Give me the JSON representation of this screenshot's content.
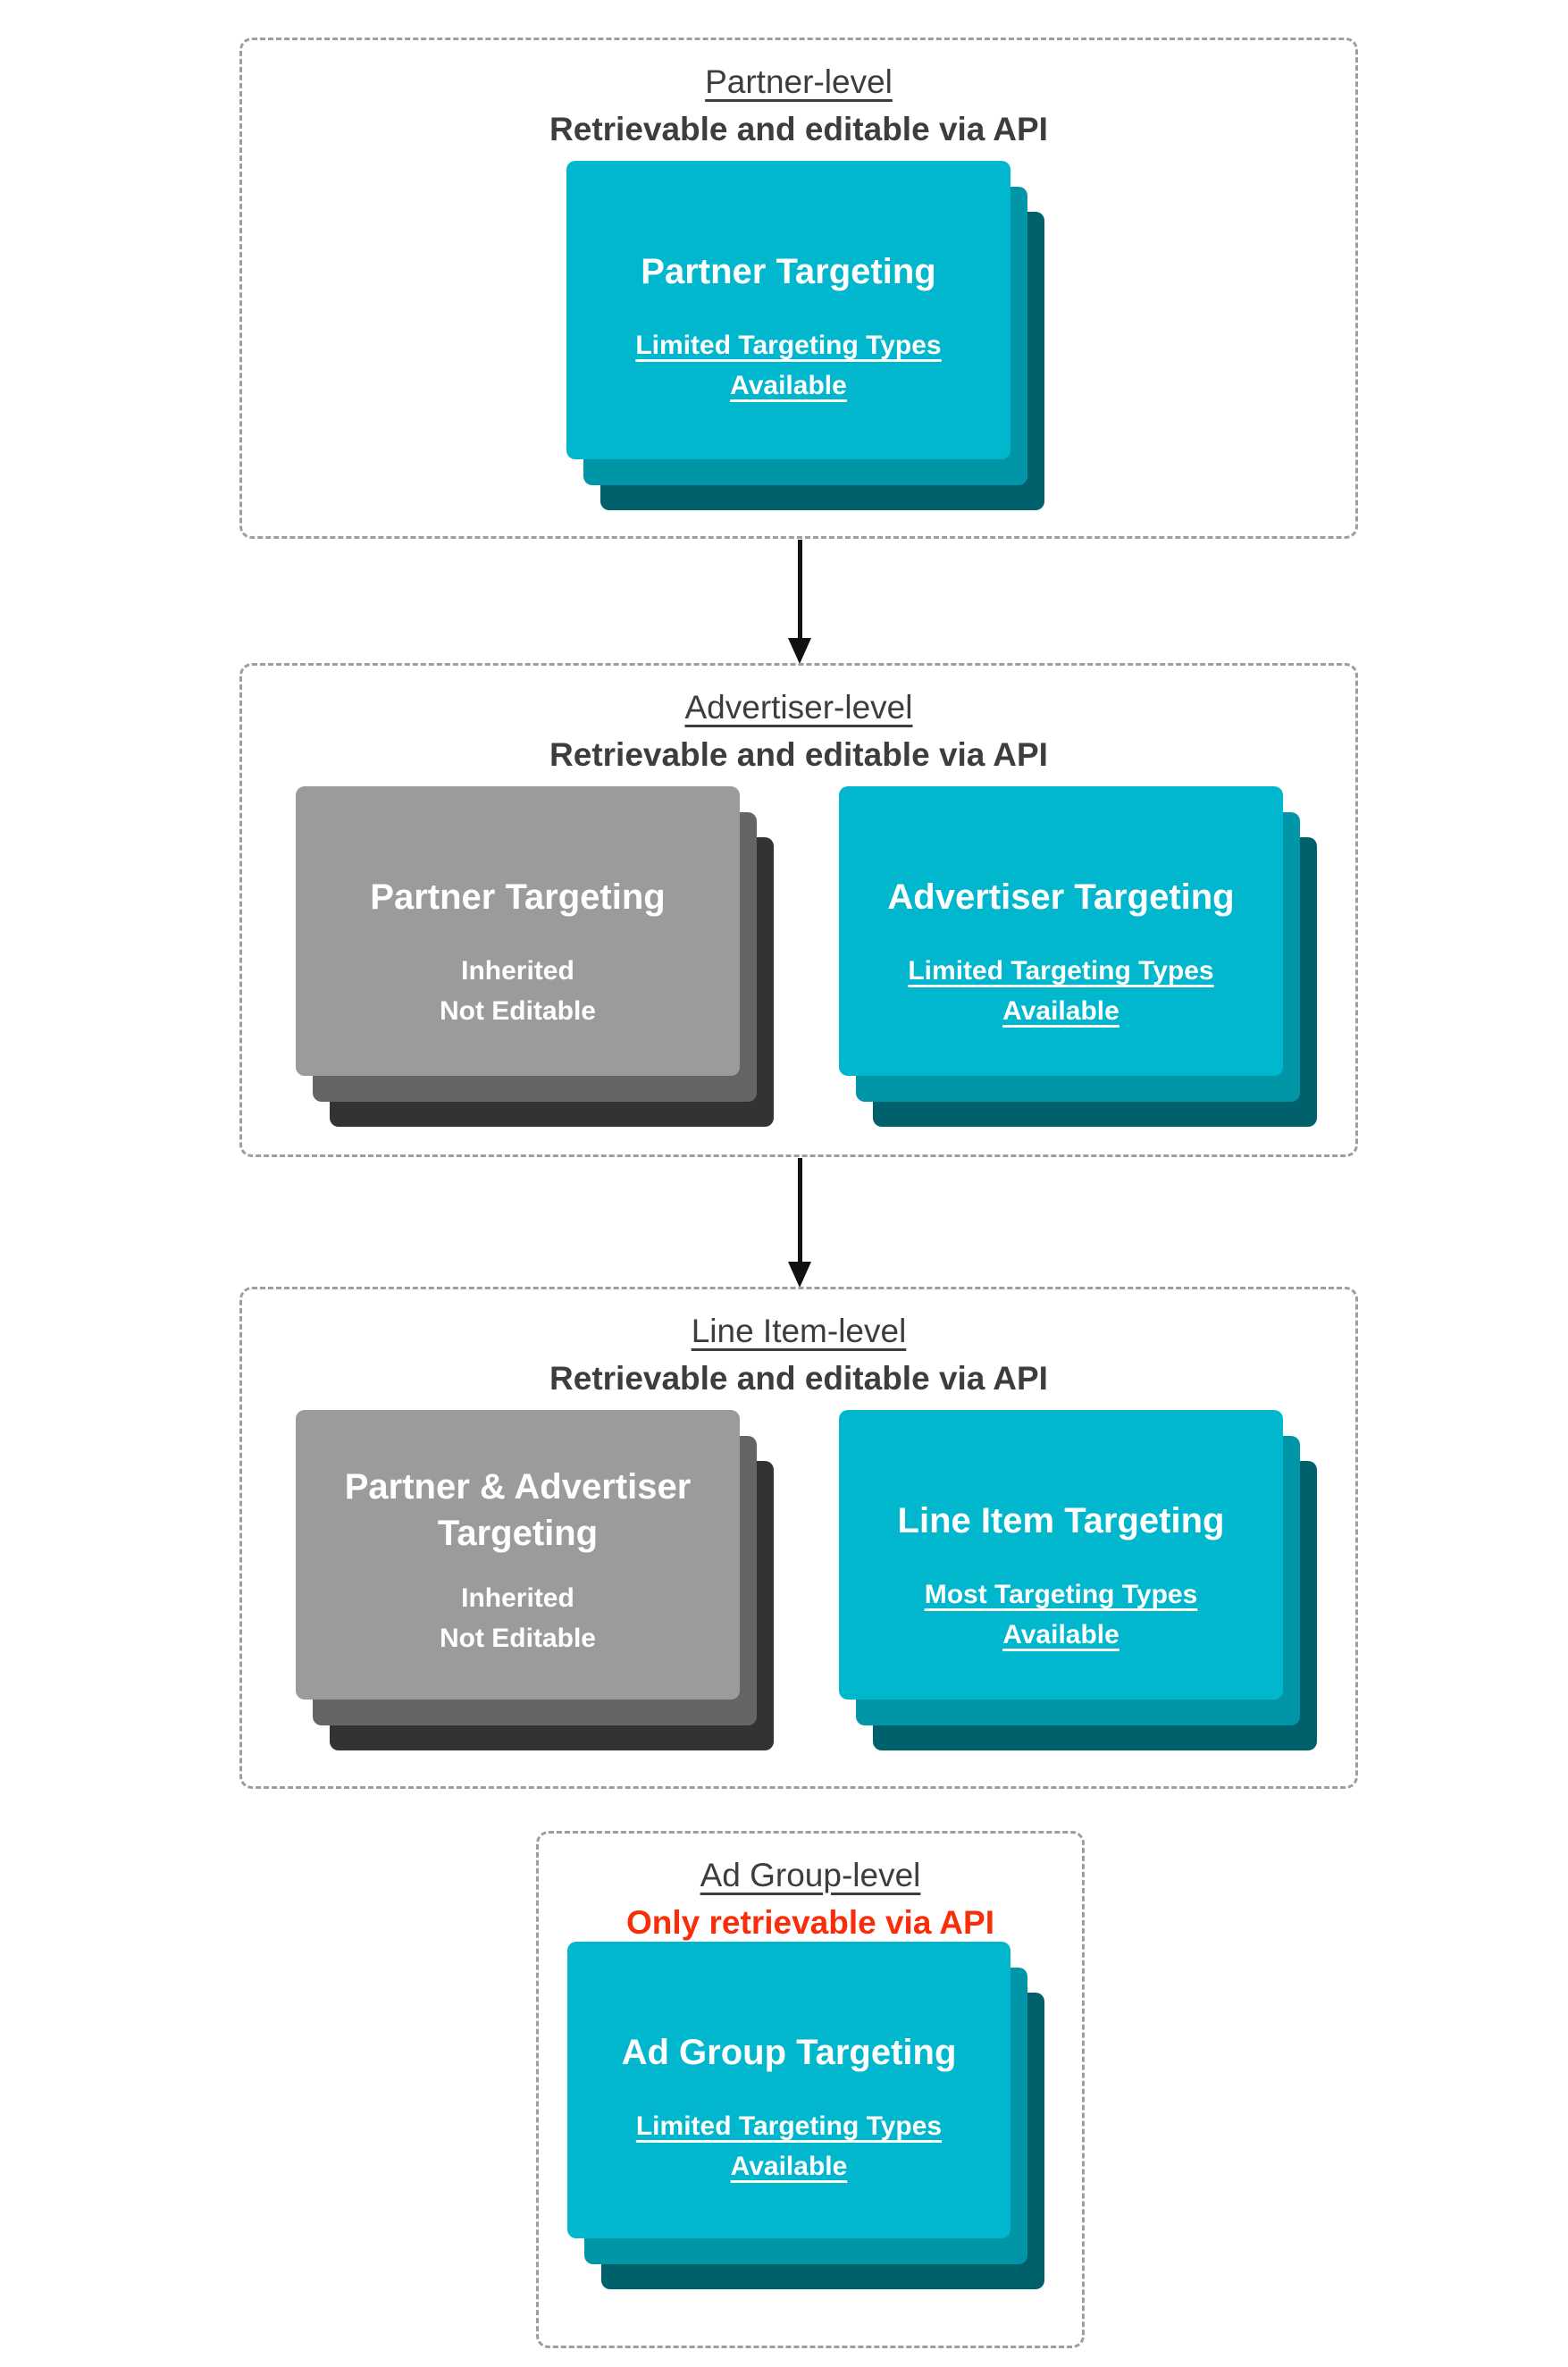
{
  "colors": {
    "teal_front": "#00b7cd",
    "teal_mid": "#0096a7",
    "teal_back": "#00606b",
    "gray_front": "#9b9b9b",
    "gray_mid": "#656565",
    "gray_back": "#333333",
    "title_text": "#3d3d3d",
    "red_text": "#f92d09",
    "border": "#9e9e9e",
    "arrow": "#111111",
    "card_text": "#ffffff"
  },
  "flow_arrows": [
    "partner-to-advertiser",
    "advertiser-to-line-item"
  ],
  "sections": {
    "partner": {
      "title": "Partner-level",
      "subtitle": "Retrievable and editable via API",
      "card": {
        "title": "Partner Targeting",
        "body_line1": "Limited Targeting Types",
        "body_line2": "Available"
      }
    },
    "advertiser": {
      "title": "Advertiser-level",
      "subtitle": "Retrievable and editable via API",
      "gray_card": {
        "title": "Partner Targeting",
        "body_line1": "Inherited",
        "body_line2": "Not Editable"
      },
      "teal_card": {
        "title": "Advertiser Targeting",
        "body_line1": "Limited Targeting Types",
        "body_line2": "Available"
      }
    },
    "line_item": {
      "title": "Line Item-level",
      "subtitle": "Retrievable and editable via API",
      "gray_card": {
        "title_line1": "Partner & Advertiser",
        "title_line2": "Targeting",
        "body_line1": "Inherited",
        "body_line2": "Not Editable"
      },
      "teal_card": {
        "title": "Line Item Targeting",
        "body_line1": "Most Targeting Types",
        "body_line2": "Available"
      }
    },
    "ad_group": {
      "title": "Ad Group-level",
      "subtitle": "Only retrievable via API",
      "card": {
        "title": "Ad Group Targeting",
        "body_line1": "Limited Targeting Types",
        "body_line2": "Available"
      }
    }
  }
}
